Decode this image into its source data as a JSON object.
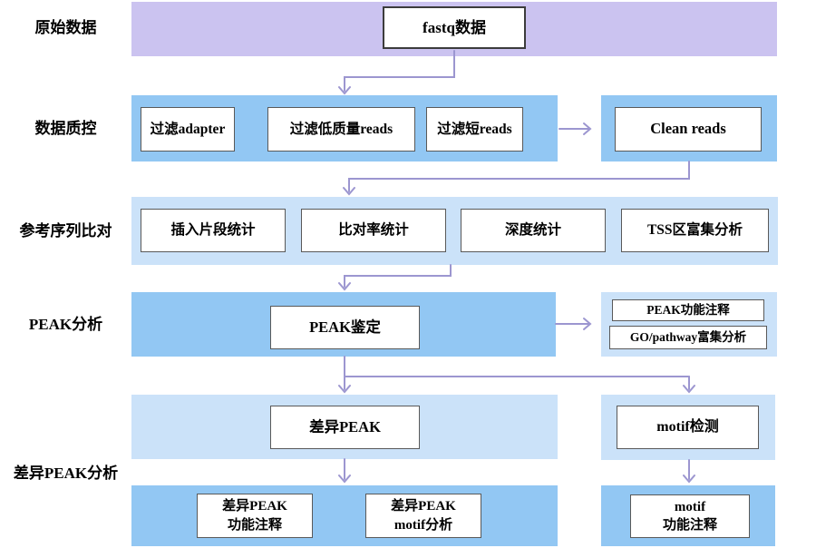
{
  "diagram": {
    "row_labels": {
      "raw_data": "原始数据",
      "qc": "数据质控",
      "alignment": "参考序列比对",
      "peak": "PEAK分析",
      "diff_peak": "差异PEAK分析"
    },
    "nodes": {
      "fastq": "fastq数据",
      "filter_adapter": "过滤adapter",
      "filter_low_quality": "过滤低质量reads",
      "filter_short": "过滤短reads",
      "clean_reads": "Clean reads",
      "insert_stats": "插入片段统计",
      "mapping_rate_stats": "比对率统计",
      "depth_stats": "深度统计",
      "tss_enrichment": "TSS区富集分析",
      "peak_calling": "PEAK鉴定",
      "peak_annotation": "PEAK功能注释",
      "go_pathway_enrichment": "GO/pathway富集分析",
      "diff_peak": "差异PEAK",
      "motif_detection": "motif检测",
      "diff_peak_annotation_line1": "差异PEAK",
      "diff_peak_annotation_line2": "功能注释",
      "diff_peak_motif_line1": "差异PEAK",
      "diff_peak_motif_line2": "motif分析",
      "motif_annotation_line1": "motif",
      "motif_annotation_line2": "功能注释"
    },
    "colors": {
      "band_purple": "#cbc3f0",
      "band_blue": "#92c7f3",
      "band_light_blue": "#cbe2f9",
      "arrow": "#9c96d0",
      "box_border": "#595959",
      "text": "#000000"
    }
  }
}
